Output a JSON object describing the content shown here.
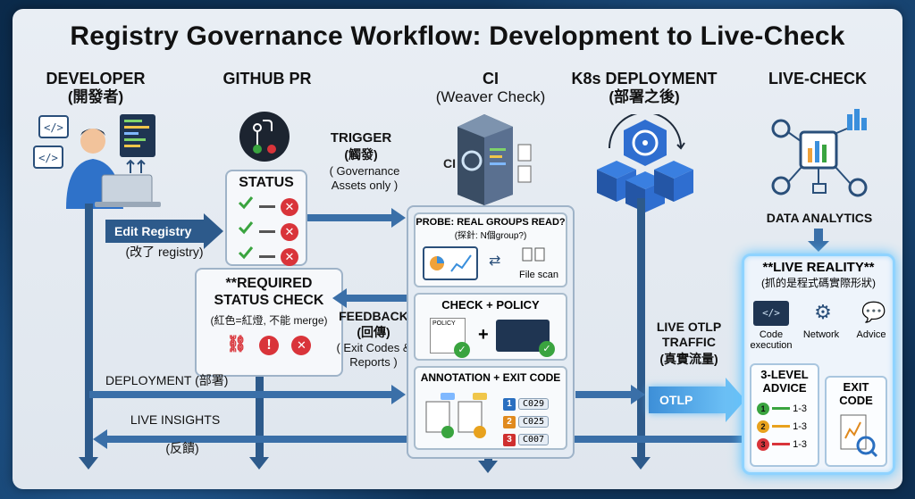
{
  "title": "Registry Governance Workflow: Development to Live-Check",
  "columns": {
    "developer": {
      "l1": "DEVELOPER",
      "l2": "(開發者)"
    },
    "github": {
      "l1": "GITHUB PR"
    },
    "ci": {
      "l1": "CI",
      "l2": "(Weaver Check)"
    },
    "k8s": {
      "l1": "K8s DEPLOYMENT",
      "l2": "(部署之後)"
    },
    "live": {
      "l1": "LIVE-CHECK"
    }
  },
  "flows": {
    "edit_registry": "Edit Registry",
    "edit_registry_sub": "(改了 registry)",
    "trigger": "TRIGGER",
    "trigger_zh": "(觸發)",
    "trigger_sub": "( Governance Assets only )",
    "feedback": "FEEDBACK",
    "feedback_zh": "(回傳)",
    "feedback_sub": "( Exit Codes & Reports )",
    "deployment": "DEPLOYMENT  (部署)",
    "live_insights": "LIVE INSIGHTS",
    "live_insights_zh": "(反饋)",
    "live_otlp": "LIVE OTLP TRAFFIC",
    "live_otlp_zh": "(真實流量)",
    "otlp": "OTLP"
  },
  "status_card": {
    "title": "STATUS"
  },
  "required_card": {
    "title": "**REQUIRED STATUS CHECK",
    "sub": "(紅色=紅燈, 不能 merge)"
  },
  "ci_cards": {
    "probe_title": "PROBE: REAL GROUPS READ?",
    "probe_sub": "(探針: N個group?)",
    "file_scan": "File scan",
    "check_policy": "CHECK + POLICY",
    "policy_tag": "POLICY",
    "annotation": "ANNOTATION + EXIT CODE",
    "codes": [
      {
        "n": "1",
        "code": "C029",
        "color": "#2a6fc0"
      },
      {
        "n": "2",
        "code": "C025",
        "color": "#e08a1e"
      },
      {
        "n": "3",
        "code": "C007",
        "color": "#cf2f2f"
      }
    ]
  },
  "data_analytics": "DATA ANALYTICS",
  "live_reality": {
    "title": "**LIVE REALITY**",
    "sub": "(抓的是程式碼實際形狀)",
    "items": [
      "Code execution",
      "Network",
      "Advice"
    ],
    "advice_title": "3-LEVEL ADVICE",
    "exit_title": "EXIT CODE",
    "levels": [
      {
        "n": "1",
        "range": "1-3",
        "color": "#3aa43f"
      },
      {
        "n": "2",
        "range": "1-3",
        "color": "#e8a21e"
      },
      {
        "n": "3",
        "range": "1-3",
        "color": "#d9343a"
      }
    ]
  }
}
